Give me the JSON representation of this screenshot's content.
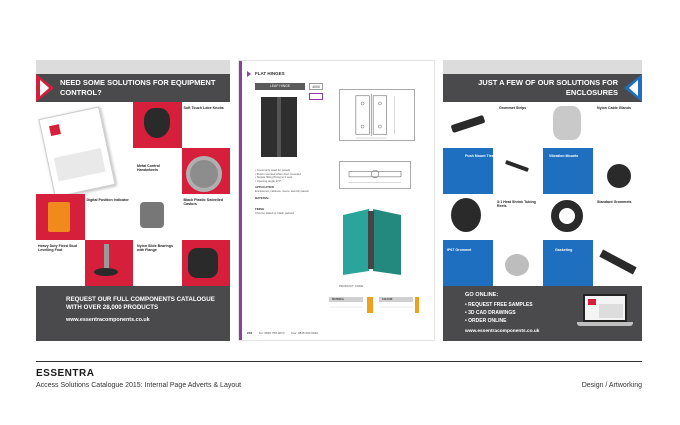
{
  "left_advert": {
    "title": "NEED SOME SOLUTIONS FOR EQUIPMENT CONTROL?",
    "products": [
      "Soft Touch Lobe Knobs",
      "Metal Control Handwheels",
      "Digital Position Indicator",
      "Black Plastic Swivelled Castors",
      "Heavy Duty Fixed Stud Levelling Foot",
      "Nylon Slide Bearings with Flange"
    ],
    "cta": "REQUEST OUR FULL COMPONENTS CATALOGUE WITH OVER 28,000 PRODUCTS",
    "url": "www.essentracomponents.co.uk",
    "accent": "#d61f3a"
  },
  "center_page": {
    "title": "FLAT HINGES",
    "header": "LEAF HINGE",
    "tag": "4000",
    "spec_lines": [
      "• Commonly used for panels",
      "• Flush mounted when door mounted",
      "• Simple fitting  ffixing to 2 sets",
      "• Opening angle 270°"
    ],
    "application_label": "APPLICATION",
    "application": "Enclosures, cabinets, doors, electric panels",
    "material_label": "MATERIAL",
    "finish_label": "FINISH",
    "finish": "Chrome plated or black painted",
    "product_code": "PRODUCT CODE",
    "table_head": [
      "MATERIAL",
      "COLOUR"
    ],
    "page_no": "218",
    "phone": "Tel: 0845 758 0070",
    "fax": "Fax: 0845 600 0049"
  },
  "right_advert": {
    "title": "JUST A FEW OF OUR SOLUTIONS FOR ENCLOSURES",
    "products": [
      "Grommet Strips",
      "Nylon Cable Glands",
      "Push Mount Ties",
      "Vibration Mounts",
      "3:1 Heat Shrink Tubing Reels",
      "Standard Grommets",
      "IP67 Grommet",
      "Gasketing"
    ],
    "go_online": "GO ONLINE:",
    "bullets": [
      "• REQUEST FREE SAMPLES",
      "• 3D CAD DRAWINGS",
      "• ORDER ONLINE"
    ],
    "url": "www.essentracomponents.co.uk",
    "accent": "#1e6fbf"
  },
  "caption": {
    "brand": "ESSENTRA",
    "subtitle": "Access Solutions Catalogue 2015: Internal Page Adverts & Layout",
    "role": "Design / Artworking"
  }
}
